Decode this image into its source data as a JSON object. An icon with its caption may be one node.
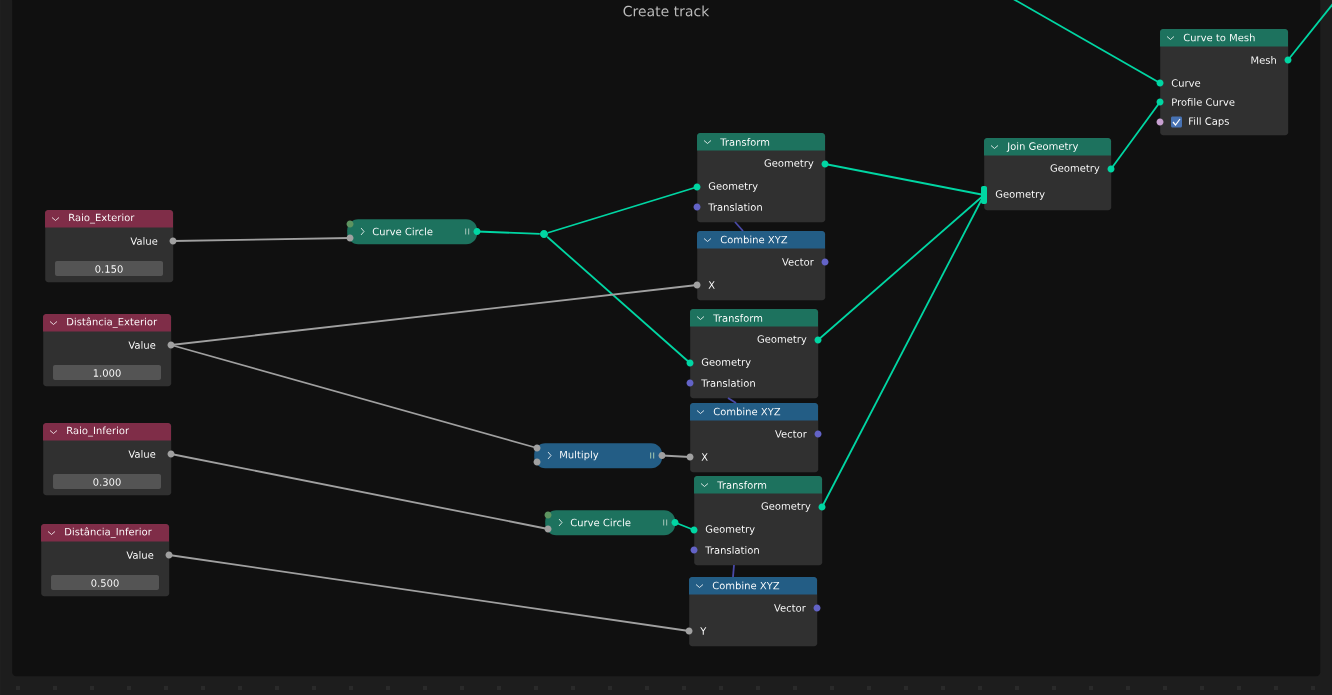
{
  "diagram": {
    "nodes": [
      {
        "text": [
          "Create track"
        ]
      },
      {
        "text": [
          "Raio_Exterior",
          "Value",
          "0.150"
        ],
        "in": 0
      },
      {
        "text": [
          "Distância_Exterior",
          "Value",
          "1.000"
        ],
        "in": 0
      },
      {
        "text": [
          "Raio_Inferior",
          "Value",
          "0.300"
        ],
        "in": 0
      },
      {
        "text": [
          "Distância_Inferior",
          "Value",
          "0.500"
        ],
        "in": 0
      },
      {
        "text": [
          "Curve Circle"
        ],
        "in": 0
      },
      {
        "text": [],
        "shape": "circle",
        "in": 0
      },
      {
        "text": [
          "Multiply"
        ],
        "in": 0
      },
      {
        "text": [
          "Curve Circle"
        ],
        "in": 0
      },
      {
        "text": [
          "Transform",
          "Geometry",
          "Geometry",
          "Translation"
        ],
        "in": 0
      },
      {
        "text": [
          "Combine XYZ",
          "Vector",
          "X"
        ],
        "in": 0
      },
      {
        "text": [
          "Transform",
          "Geometry",
          "Geometry",
          "Translation"
        ],
        "in": 0
      },
      {
        "text": [
          "Combine XYZ",
          "Vector",
          "X"
        ],
        "in": 0
      },
      {
        "text": [
          "Transform",
          "Geometry",
          "Geometry",
          "Translation"
        ],
        "in": 0
      },
      {
        "text": [
          "Combine XYZ",
          "Vector",
          "Y"
        ],
        "in": 0
      },
      {
        "text": [
          "Join Geometry",
          "Geometry",
          "Geometry"
        ],
        "in": 0
      },
      {
        "text": [
          "Curve to Mesh",
          "Mesh",
          "Curve",
          "Profile Curve",
          "Fill Caps"
        ],
        "in": 0
      }
    ],
    "edges": [
      {
        "from": 1,
        "to": 5,
        "arrow": "none",
        "color": "#a0a0a0"
      },
      {
        "from": 5,
        "to": 6,
        "arrow": "none"
      },
      {
        "from": 6,
        "to": 9,
        "arrow": "none"
      },
      {
        "from": 6,
        "to": 11,
        "arrow": "none"
      },
      {
        "from": 2,
        "to": 10,
        "arrow": "none",
        "color": "#a0a0a0"
      },
      {
        "from": 2,
        "to": 7,
        "arrow": "none",
        "color": "#a0a0a0"
      },
      {
        "from": 7,
        "to": 12,
        "arrow": "none",
        "color": "#a0a0a0"
      },
      {
        "from": 3,
        "to": 8,
        "arrow": "none",
        "color": "#a0a0a0"
      },
      {
        "from": 8,
        "to": 13,
        "arrow": "none"
      },
      {
        "from": 4,
        "to": 14,
        "arrow": "none",
        "color": "#a0a0a0"
      },
      {
        "from": 10,
        "to": 9,
        "arrow": "none",
        "color": "#4a4aa8"
      },
      {
        "from": 12,
        "to": 11,
        "arrow": "none",
        "color": "#4a4aa8"
      },
      {
        "from": 14,
        "to": 13,
        "arrow": "none",
        "color": "#4a4aa8"
      },
      {
        "from": 9,
        "to": 15,
        "arrow": "none"
      },
      {
        "from": 11,
        "to": 15,
        "arrow": "none"
      },
      {
        "from": 13,
        "to": 15,
        "arrow": "none"
      },
      {
        "from": 15,
        "to": 16,
        "arrow": "none"
      },
      {
        "from": null,
        "to": 16,
        "arrow": "none"
      },
      {
        "from": 16,
        "to": null,
        "arrow": "none"
      }
    ]
  }
}
